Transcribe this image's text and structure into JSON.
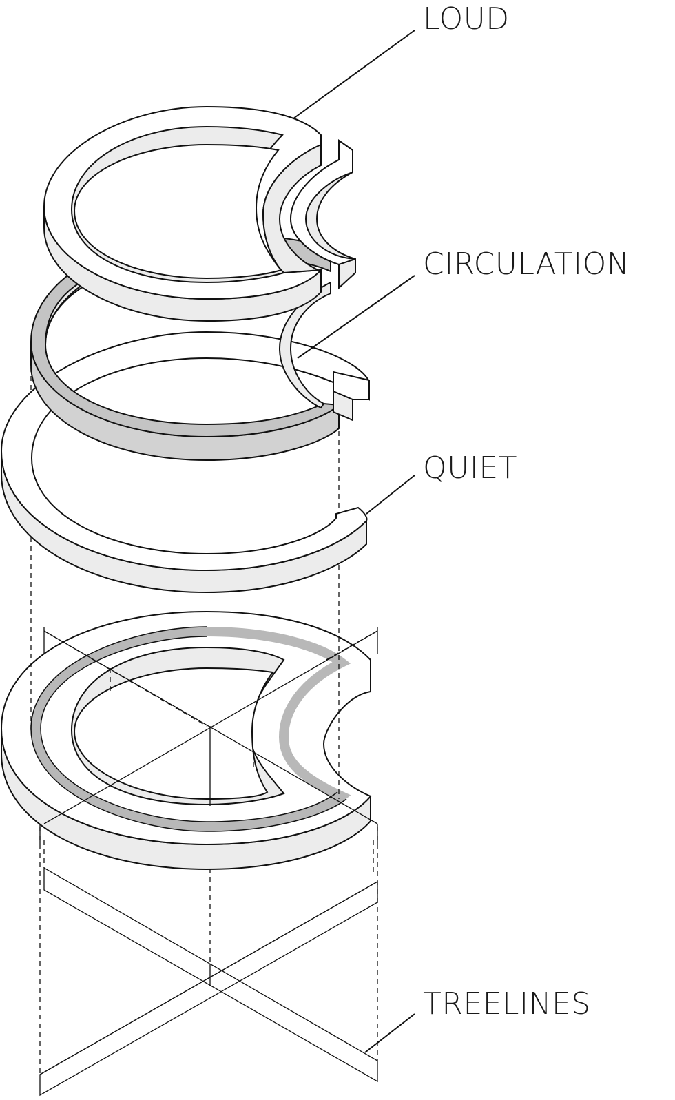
{
  "labels": {
    "loud": "LOUD",
    "circulation": "CIRCULATION",
    "quiet": "QUIET",
    "treelines": "TREELINES"
  }
}
